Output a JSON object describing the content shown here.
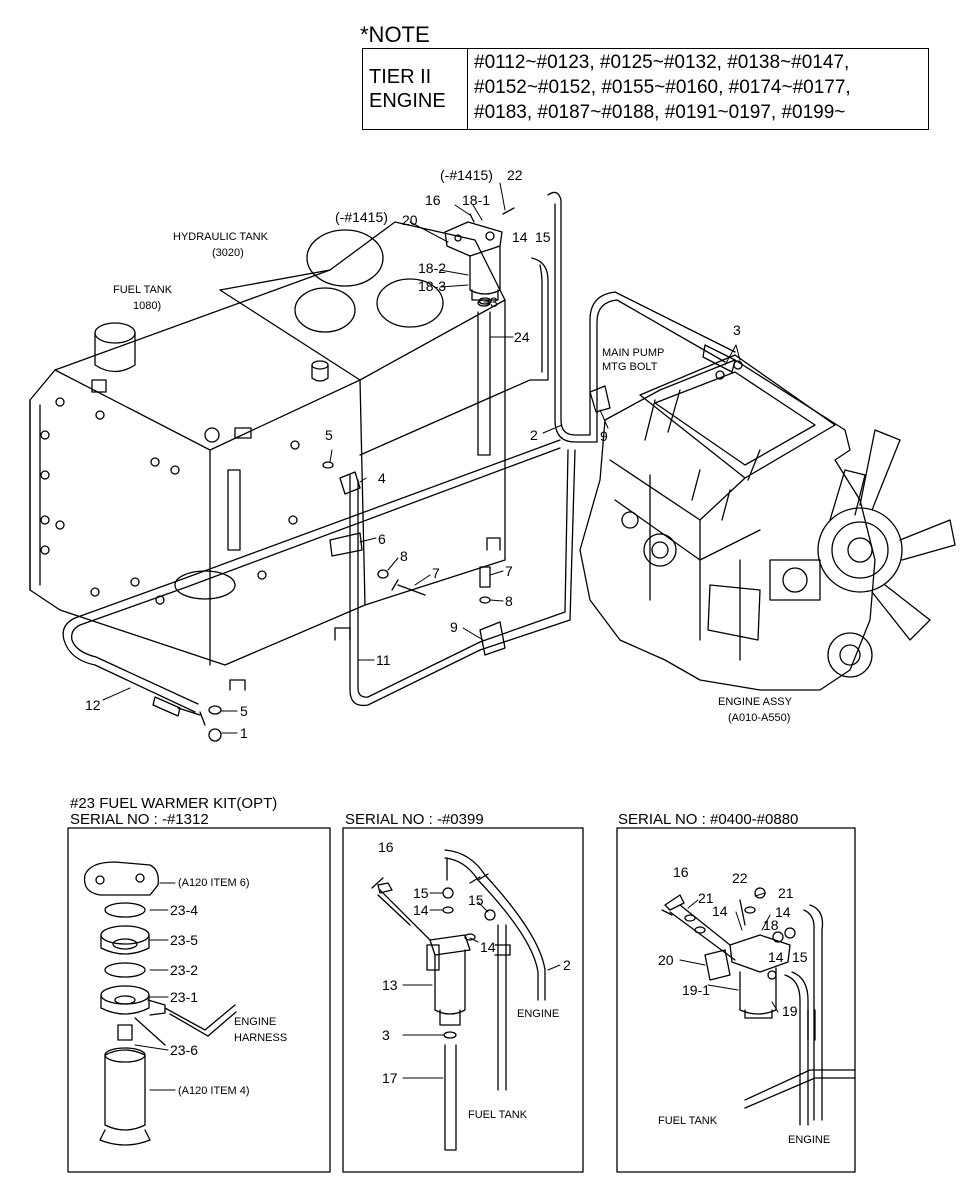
{
  "note": {
    "title": "*NOTE",
    "label_line1": "TIER II",
    "label_line2": "ENGINE",
    "serials": [
      "#0112~#0123, #0125~#0132, #0138~#0147,",
      "#0152~#0152, #0155~#0160, #0174~#0177,",
      "#0183, #0187~#0188, #0191~0197, #0199~"
    ]
  },
  "main": {
    "hydraulic_tank": "HYDRAULIC TANK",
    "hydraulic_tank_ref": "(3020)",
    "fuel_tank": "FUEL TANK",
    "fuel_tank_ref": "1080)",
    "main_pump_l1": "MAIN PUMP",
    "main_pump_l2": "MTG BOLT",
    "engine_assy": "ENGINE ASSY",
    "engine_assy_ref": "(A010-A550)",
    "serial_limit_a": "(-#1415)",
    "serial_limit_b": "(-#1415)",
    "callouts": {
      "c22": "22",
      "c16": "16",
      "c18_1": "18-1",
      "c20": "20",
      "c14": "14",
      "c15": "15",
      "c18_2": "18-2",
      "c18_3": "18-3",
      "c3a": "3",
      "c24": "24",
      "c3b": "3",
      "c2": "2",
      "c9a": "9",
      "c5a": "5",
      "c4": "4",
      "c6": "6",
      "c8a": "8",
      "c7a": "7",
      "c7b": "7",
      "c8b": "8",
      "c9b": "9",
      "c11": "11",
      "c12": "12",
      "c5b": "5",
      "c1": "1"
    }
  },
  "kit": {
    "title": "#23 FUEL WARMER KIT(OPT)",
    "serial": "SERIAL NO : -#1312",
    "a120_item6": "(A120 ITEM 6)",
    "a120_item4": "(A120 ITEM 4)",
    "p23_4": "23-4",
    "p23_5": "23-5",
    "p23_2": "23-2",
    "p23_1": "23-1",
    "p23_6": "23-6",
    "engine": "ENGINE",
    "harness": "HARNESS"
  },
  "panel2": {
    "serial": "SERIAL NO : -#0399",
    "c16": "16",
    "c15a": "15",
    "c14a": "14",
    "c15b": "15",
    "c14b": "14",
    "c2": "2",
    "c13": "13",
    "c3": "3",
    "c17": "17",
    "engine": "ENGINE",
    "fuel_tank": "FUEL TANK"
  },
  "panel3": {
    "serial": "SERIAL NO : #0400-#0880",
    "c16": "16",
    "c22": "22",
    "c21a": "21",
    "c21b": "21",
    "c14a": "14",
    "c14b": "14",
    "c18": "18",
    "c20": "20",
    "c14c": "14",
    "c15": "15",
    "c19_1": "19-1",
    "c19": "19",
    "fuel_tank": "FUEL TANK",
    "engine": "ENGINE"
  }
}
